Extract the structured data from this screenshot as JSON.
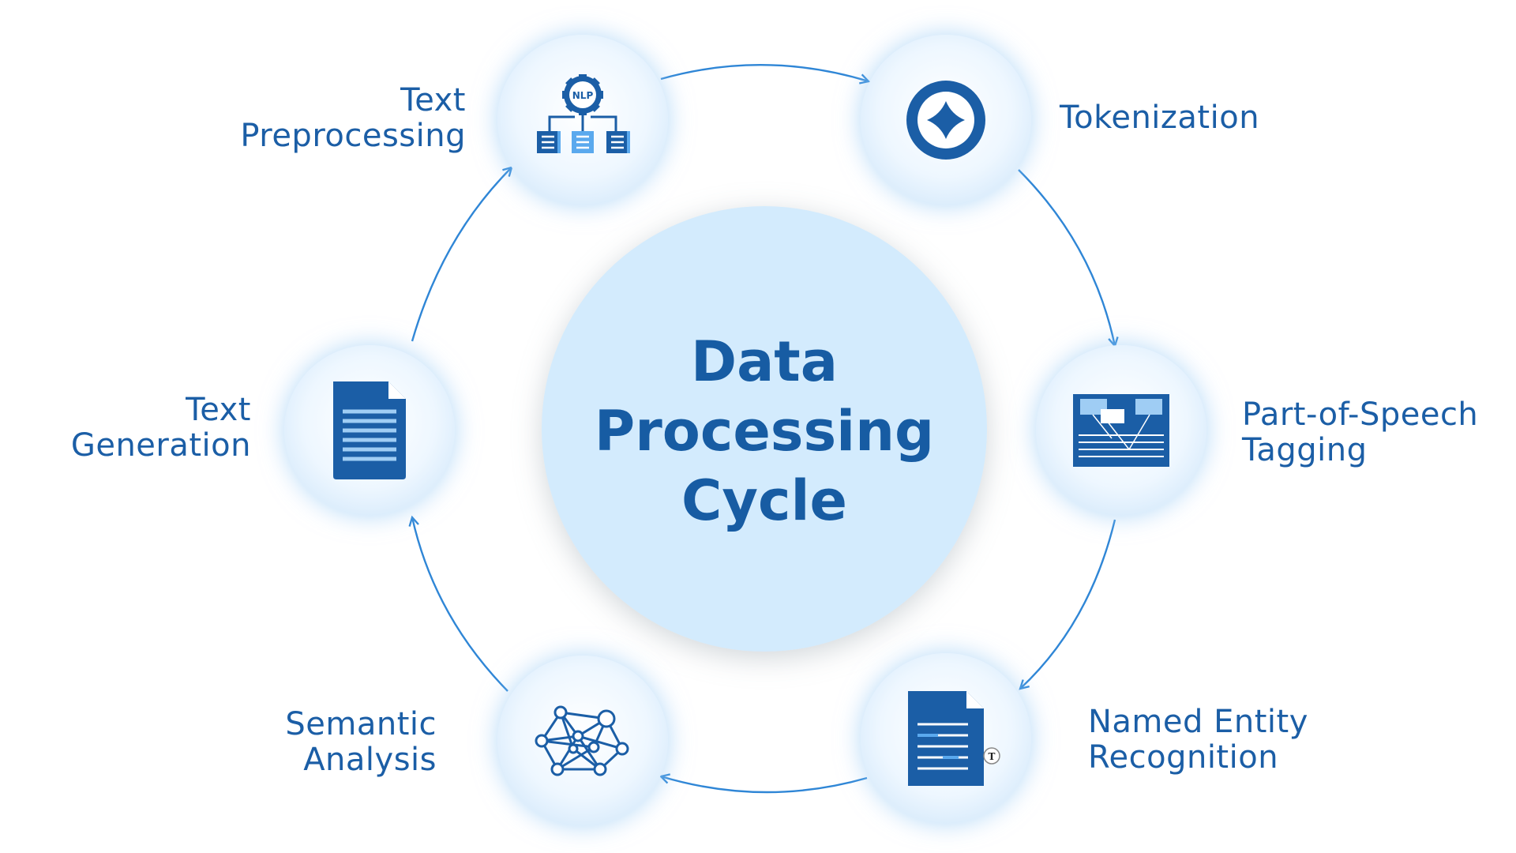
{
  "center": {
    "title_lines": [
      "Data",
      "Processing",
      "Cycle"
    ]
  },
  "stages": [
    {
      "id": "text-preprocessing",
      "label_lines": [
        "Text",
        "Preprocessing"
      ],
      "icon": "nlp-gear-icon"
    },
    {
      "id": "tokenization",
      "label_lines": [
        "Tokenization"
      ],
      "icon": "token-ring-icon"
    },
    {
      "id": "part-of-speech-tagging",
      "label_lines": [
        "Part-of-Speech",
        "Tagging"
      ],
      "icon": "tagging-board-icon"
    },
    {
      "id": "named-entity-recognition",
      "label_lines": [
        "Named Entity",
        "Recognition"
      ],
      "icon": "entity-document-icon"
    },
    {
      "id": "semantic-analysis",
      "label_lines": [
        "Semantic",
        "Analysis"
      ],
      "icon": "semantic-network-icon"
    },
    {
      "id": "text-generation",
      "label_lines": [
        "Text",
        "Generation"
      ],
      "icon": "text-document-icon"
    }
  ],
  "colors": {
    "primary": "#1b5ea6",
    "arrow": "#2f86d6",
    "center_fill": "#d3ebfd",
    "node_fill": "#e8f4fe",
    "icon_light": "#5aa9ee"
  },
  "flow": "clockwise"
}
